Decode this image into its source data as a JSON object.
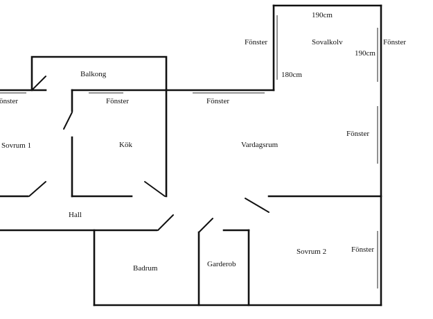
{
  "rooms": {
    "balkong": "Balkong",
    "sovalkolv": "Sovalkolv",
    "sovrum1": "Sovrum 1",
    "kok": "Kök",
    "vardagsrum": "Vardagsrum",
    "hall": "Hall",
    "badrum": "Badrum",
    "garderob": "Garderob",
    "sovrum2": "Sovrum 2"
  },
  "windows": {
    "label": "Fönster"
  },
  "dimensions": {
    "sovalkolv_top": "190cm",
    "sovalkolv_right": "190cm",
    "sovalkolv_left": "180cm"
  },
  "colors": {
    "wall": "#111111",
    "window": "#555555",
    "background": "#ffffff"
  }
}
